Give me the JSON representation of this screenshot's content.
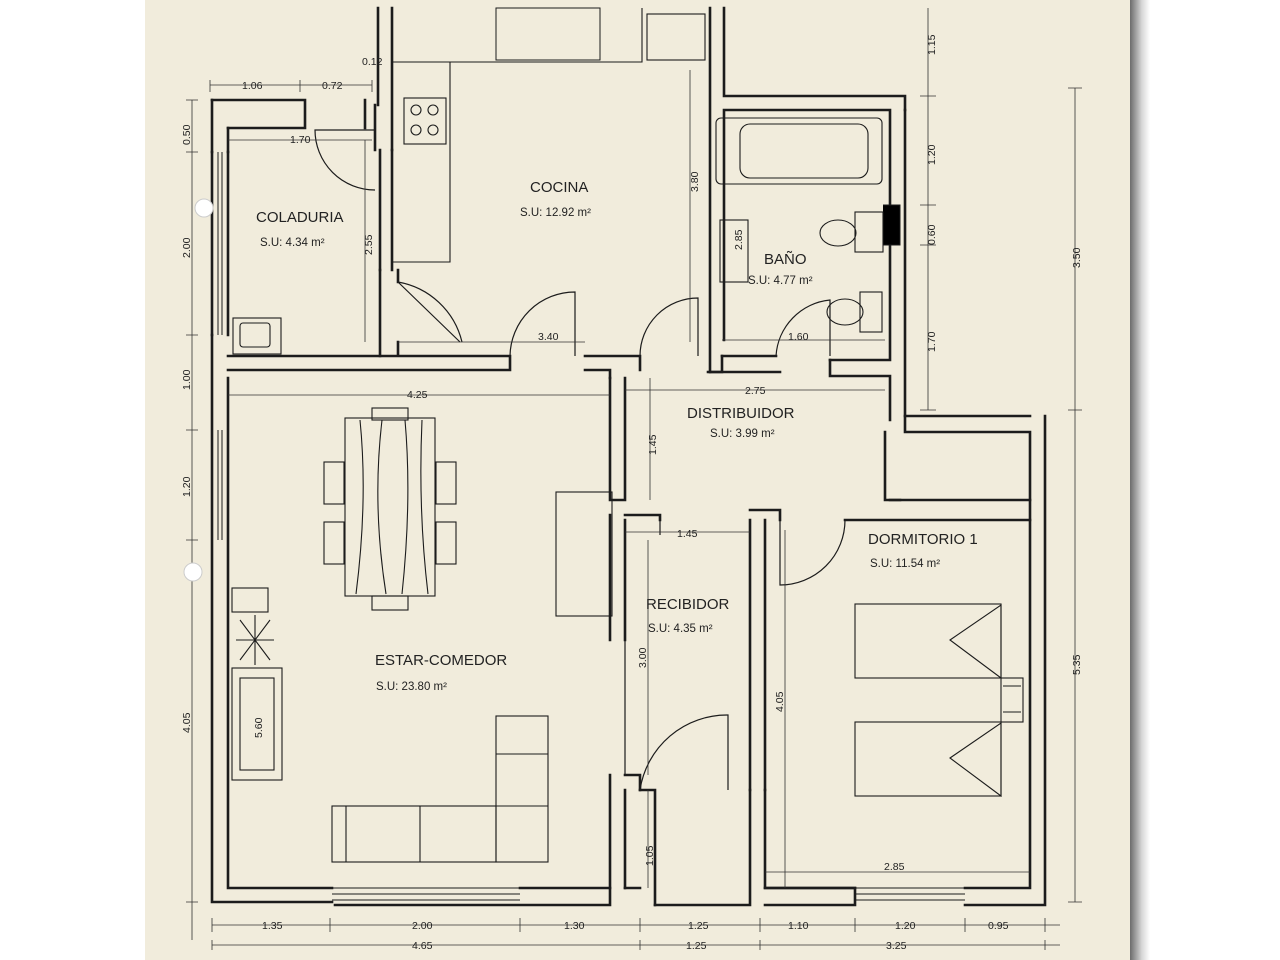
{
  "colors": {
    "paper": "#f1ecdc",
    "ink": "#1c1c1c",
    "shadow": "#6b6b6b",
    "background": "#ffffff"
  },
  "rooms": {
    "cocina": {
      "name": "COCINA",
      "area": "S.U: 12.92 m²"
    },
    "coladuria": {
      "name": "COLADURIA",
      "area": "S.U: 4.34 m²"
    },
    "bano": {
      "name": "BAÑO",
      "area": "S.U: 4.77 m²"
    },
    "distribuidor": {
      "name": "DISTRIBUIDOR",
      "area": "S.U: 3.99 m²"
    },
    "dormitorio1": {
      "name": "DORMITORIO 1",
      "area": "S.U: 11.54 m²"
    },
    "recibidor": {
      "name": "RECIBIDOR",
      "area": "S.U: 4.35 m²"
    },
    "estar": {
      "name": "ESTAR-COMEDOR",
      "area": "S.U: 23.80 m²"
    }
  },
  "dimensions": {
    "top_106": "1.06",
    "top_072": "0.72",
    "top_012": "0.12",
    "col_170": "1.70",
    "left_050": "0.50",
    "left_200": "2.00",
    "left_100": "1.00",
    "left_120": "1.20",
    "left_405": "4.05",
    "kitchen_255": "2.55",
    "kitchen_380": "3.80",
    "bath_285": "2.85",
    "right_115": "1.15",
    "right_120": "1.20",
    "right_060": "0.60",
    "right_170": "1.70",
    "right_350": "3.50",
    "right_535": "5.35",
    "h_340": "3.40",
    "h_160": "1.60",
    "h_425": "4.25",
    "h_275": "2.75",
    "dist_145v": "1.45",
    "rec_145h": "1.45",
    "rec_300": "3.00",
    "rec_105": "1.05",
    "dorm_405": "4.05",
    "dorm_285": "2.85",
    "fire_560": "5.60",
    "bot1": [
      "1.35",
      "2.00",
      "1.30",
      "1.25",
      "1.10",
      "1.20",
      "0.95"
    ],
    "bot2": [
      "4.65",
      "1.25",
      "3.25"
    ]
  }
}
